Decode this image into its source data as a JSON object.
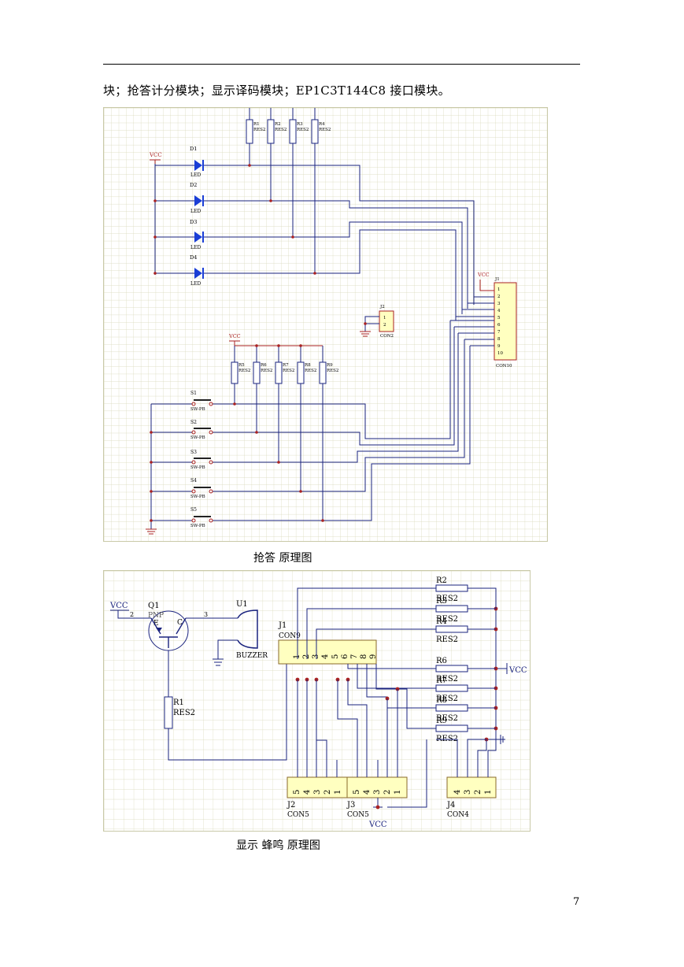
{
  "intro_text": "块；抢答计分模块；显示译码模块；EP1C3T144C8 接口模块。",
  "figure1": {
    "caption": "抢答 原理图",
    "power_labels": [
      "VCC",
      "VCC",
      "VCC"
    ],
    "leds": [
      {
        "ref": "D1",
        "value": "LED"
      },
      {
        "ref": "D2",
        "value": "LED"
      },
      {
        "ref": "D3",
        "value": "LED"
      },
      {
        "ref": "D4",
        "value": "LED"
      }
    ],
    "top_resistors": [
      {
        "ref": "R1",
        "value": "RES2"
      },
      {
        "ref": "R2",
        "value": "RES2"
      },
      {
        "ref": "R3",
        "value": "RES2"
      },
      {
        "ref": "R4",
        "value": "RES2"
      }
    ],
    "lower_resistors": [
      {
        "ref": "R5",
        "value": "RES2"
      },
      {
        "ref": "R6",
        "value": "RES2"
      },
      {
        "ref": "R7",
        "value": "RES2"
      },
      {
        "ref": "R8",
        "value": "RES2"
      },
      {
        "ref": "R9",
        "value": "RES2"
      }
    ],
    "switches": [
      {
        "ref": "S1",
        "value": "SW-PB"
      },
      {
        "ref": "S2",
        "value": "SW-PB"
      },
      {
        "ref": "S3",
        "value": "SW-PB"
      },
      {
        "ref": "S4",
        "value": "SW-PB"
      },
      {
        "ref": "S5",
        "value": "SW-PB"
      }
    ],
    "j1": {
      "ref": "J1",
      "value": "CON10",
      "pins": [
        "1",
        "2",
        "3",
        "4",
        "5",
        "6",
        "7",
        "8",
        "9",
        "10"
      ]
    },
    "j2": {
      "ref": "J2",
      "value": "CON2",
      "pins": [
        "1",
        "2"
      ]
    }
  },
  "figure2": {
    "caption": "显示 蜂鸣 原理图",
    "vcc_labels": [
      "VCC",
      "VCC",
      "VCC"
    ],
    "q1": {
      "ref": "Q1",
      "value": "PNP",
      "pin_e": "E",
      "pin_c": "C",
      "pin_left": "2",
      "pin_right": "3"
    },
    "u1": {
      "ref": "U1",
      "value": "BUZZER"
    },
    "r1": {
      "ref": "R1",
      "value": "RES2"
    },
    "j1": {
      "ref": "J1",
      "value": "CON9",
      "pins": [
        "1",
        "2",
        "3",
        "4",
        "5",
        "6",
        "7",
        "8",
        "9"
      ]
    },
    "resistors": [
      {
        "ref": "R2",
        "value": "RES2"
      },
      {
        "ref": "R3",
        "value": "RES2"
      },
      {
        "ref": "R4",
        "value": "RES2"
      },
      {
        "ref": "R6",
        "value": "RES2"
      },
      {
        "ref": "R7",
        "value": "RES2"
      },
      {
        "ref": "R8",
        "value": "RES2"
      },
      {
        "ref": "R9",
        "value": "RES2"
      }
    ],
    "j2": {
      "ref": "J2",
      "value": "CON5",
      "pins": [
        "5",
        "4",
        "3",
        "2",
        "1"
      ]
    },
    "j3": {
      "ref": "J3",
      "value": "CON5",
      "pins": [
        "5",
        "4",
        "3",
        "2",
        "1"
      ]
    },
    "j4": {
      "ref": "J4",
      "value": "CON4",
      "pins": [
        "4",
        "3",
        "2",
        "1"
      ]
    }
  },
  "page_number": "7"
}
